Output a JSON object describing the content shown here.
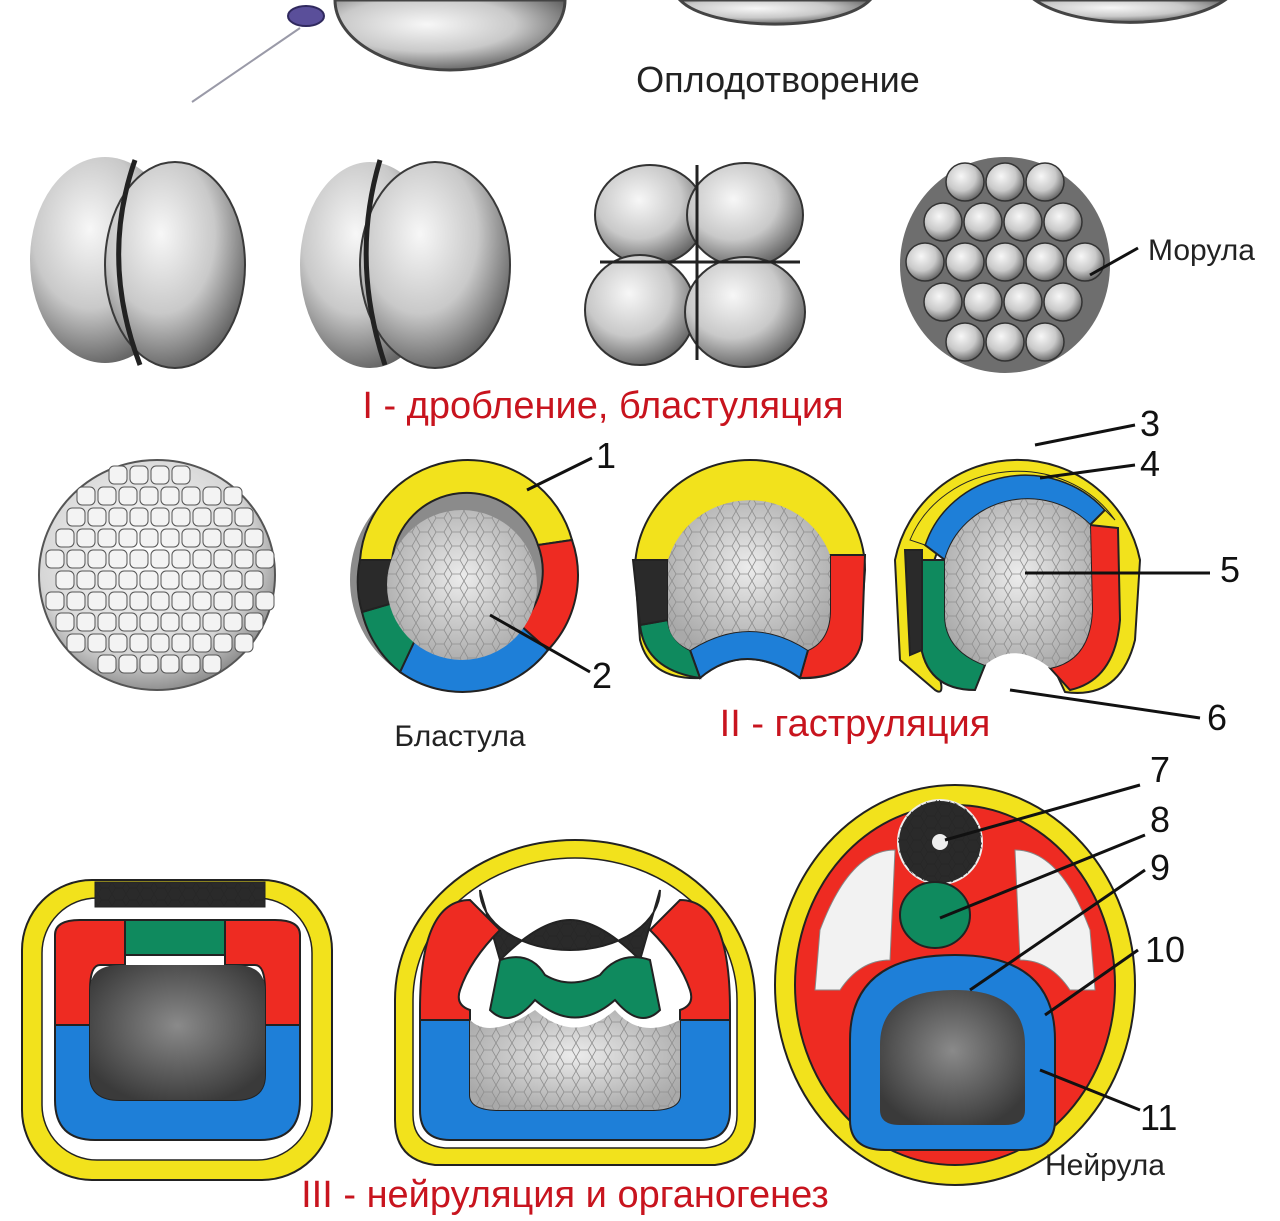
{
  "titles": {
    "fertilization": "Оплодотворение",
    "cleavage": "I - дробление, бластуляция",
    "gastrulation": "II - гаструляция",
    "neurulation": "III - нейруляция и органогенез"
  },
  "labels": {
    "morula": "Морула",
    "blastula": "Бластула",
    "neurula": "Нейрула"
  },
  "numbers": [
    "1",
    "2",
    "3",
    "4",
    "5",
    "6",
    "7",
    "8",
    "9",
    "10",
    "11"
  ],
  "colors": {
    "ectoderm": "#f2e21c",
    "mesoderm": "#ee2b22",
    "endoderm": "#1e7fd8",
    "chordamesoderm": "#0f8a5e",
    "neural": "#2a2a2a",
    "title_red": "#c8141e",
    "cavity": "#cfcfcf"
  }
}
